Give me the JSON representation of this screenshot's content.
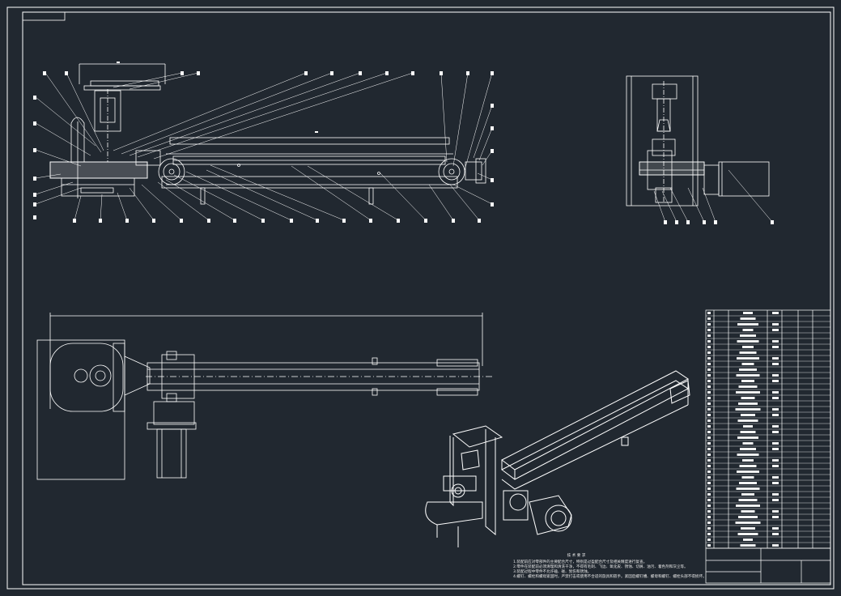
{
  "drawing": {
    "background": "#212830",
    "line_color": "#ffffff",
    "leader_line_color": "#ffffff",
    "technical_requirements": {
      "title": "技 术 要 求",
      "lines": [
        "1.装配前应对零部件的主要配合尺寸，特别是过盈配合尺寸及相关精度进行复查。",
        "2.零件在装配前必须清理和清洗干净，不得有毛刺、飞边、氧化皮、锈蚀、切屑、油污、着色剂和灰尘等。",
        "3.装配过程中零件不允许磕、碰、划伤和锈蚀。",
        "4.螺钉、螺栓和螺母紧固时，严禁打击或使用不合适的旋具和扳手。紧固后螺钉槽、螺母和螺钉、螺栓头部不得损坏。"
      ]
    }
  }
}
